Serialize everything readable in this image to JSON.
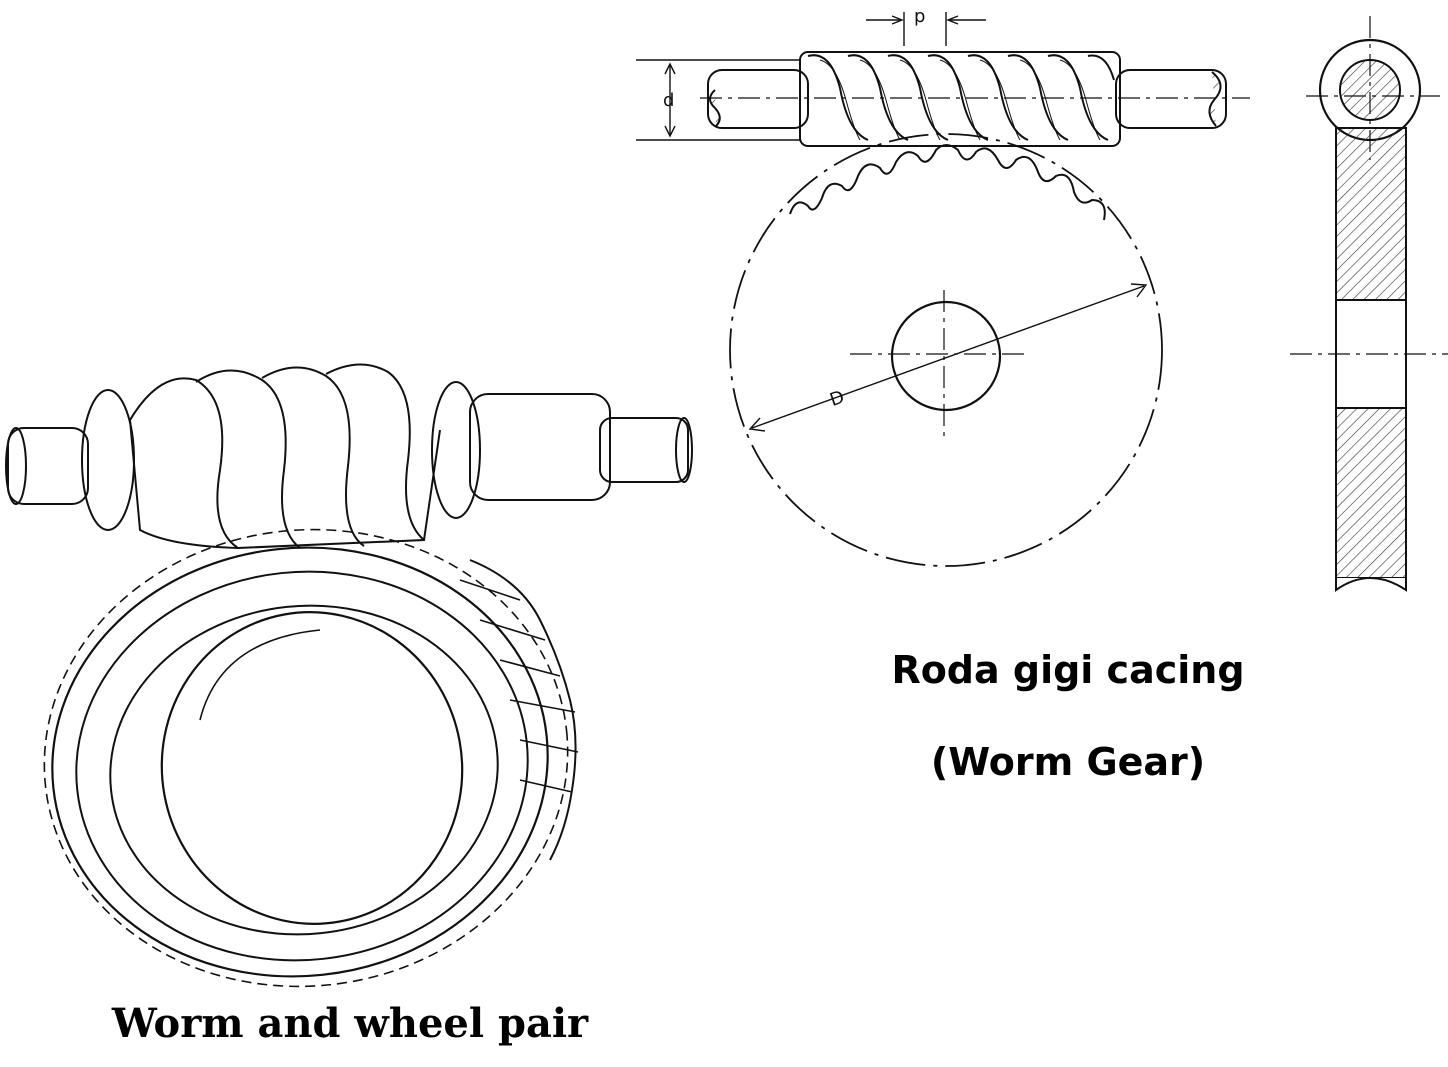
{
  "labels": {
    "pitch": "p",
    "worm_diameter": "d",
    "wheel_diameter": "D"
  },
  "captions": {
    "title": "Roda gigi cacing",
    "subtitle": "(Worm Gear)",
    "pair": "Worm and wheel pair"
  }
}
